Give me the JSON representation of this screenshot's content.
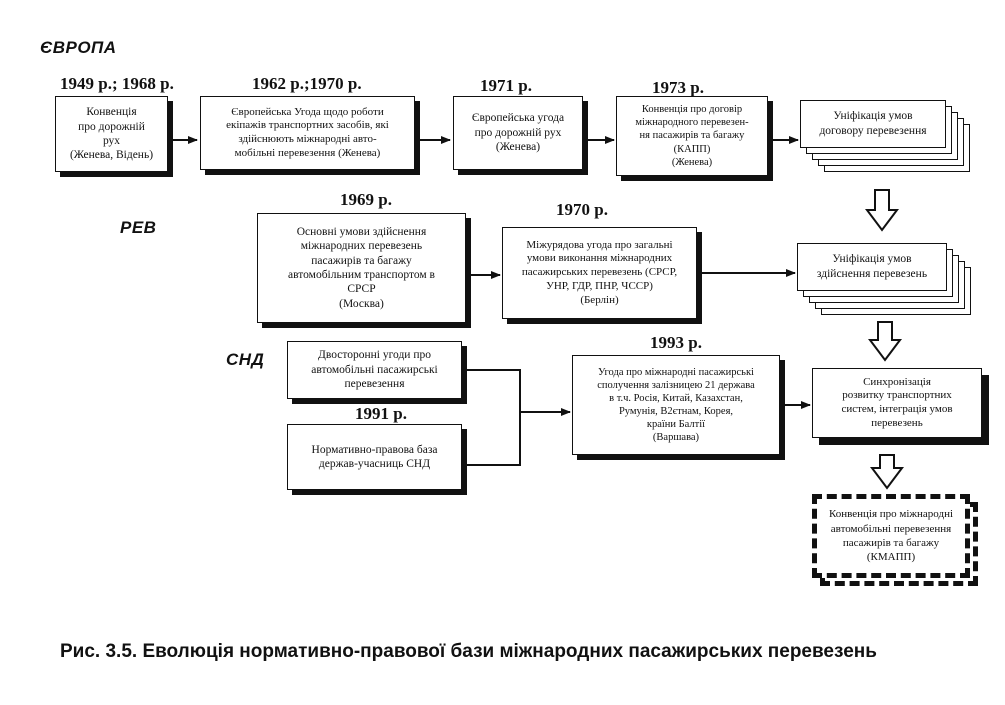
{
  "sections": {
    "europe": "ЄВРОПА",
    "rev": "РЕВ",
    "snd": "СНД"
  },
  "years": {
    "y1949": "1949 р.; 1968 р.",
    "y1962": "1962 р.;1970 р.",
    "y1971": "1971  р.",
    "y1973": "1973 р.",
    "y1969": "1969 р.",
    "y1970": "1970 р.",
    "y1993": "1993 р.",
    "y1991": "1991 р."
  },
  "boxes": {
    "convention_road": "Конвенція\nпро дорожній\nрух\n(Женева, Відень)",
    "eur_agreement_crews": "Європейська Угода щодо роботи\nекіпажів транспортних засобів, які\nздійснюють міжнародні авто-\nмобільні перевезення (Женева)",
    "eur_agreement_road": "Європейська угода\nпро дорожній рух\n(Женева)",
    "kapp": "Конвенція про договір\nміжнародного перевезен-\nня пасажирів та багажу\n(КАПП)\n(Женева)",
    "unification_contract": "Уніфікація умов\nдоговору перевезення",
    "basic_conditions": "Основні умови здійснення\nміжнародних перевезень\nпасажирів та багажу\nавтомобільним транспортом в\nСРСР\n(Москва)",
    "intergov_agreement": "Міжурядова угода про загальні\nумови виконання міжнародних\nпасажирських перевезень (СРСР,\nУНР, ГДР, ПНР, ЧССР)\n(Берлін)",
    "unification_conditions": "Уніфікація  умов\nздійснення перевезень",
    "bilateral": "Двосторонні угоди про\nавтомобільні пасажирські\nперевезення",
    "legal_base": "Нормативно-правова база\nдержав-учасниць СНД",
    "agreement_21": "Угода про міжнародні пасажирські\nсполучення залізницею 21 держава\nв т.ч. Росія, Китай, Казахстан,\nРумунія, В2єтнам, Корея,\nкраїни Балтії\n(Варшава)",
    "sync": "Синхронізація\nрозвитку транспортних\nсистем, інтеграція умов\nперевезень",
    "kmapp": "Конвенція про міжнародні\nавтомобільні перевезення\nпасажирів та багажу\n(КМАПП)"
  },
  "caption": "Рис. 3.5. Еволюція нормативно-правової бази міжнародних пасажирських перевезень"
}
